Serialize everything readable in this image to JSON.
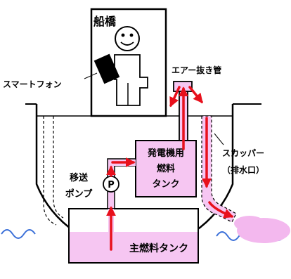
{
  "labels": {
    "bridge": "船橋",
    "smartphone": "スマートフォン",
    "air_vent": "エアー抜き管",
    "scupper_line1": "スカッパー",
    "scupper_line2": "（排水口）",
    "transfer_line1": "移送",
    "transfer_line2": "ポンプ",
    "pump_symbol": "P",
    "gen_tank_line1": "発電機用",
    "gen_tank_line2": "燃料",
    "gen_tank_line3": "タンク",
    "main_tank": "主燃料タンク"
  },
  "colors": {
    "tank_fill": "#f6c6f2",
    "flow": "#e8101c",
    "hull_line": "#000000",
    "water": "#3a6fd8",
    "spill": "#f3b8ee"
  },
  "icons": {
    "person": "smiley-person-icon",
    "phone": "smartphone-icon",
    "wave": "water-wave-icon"
  }
}
